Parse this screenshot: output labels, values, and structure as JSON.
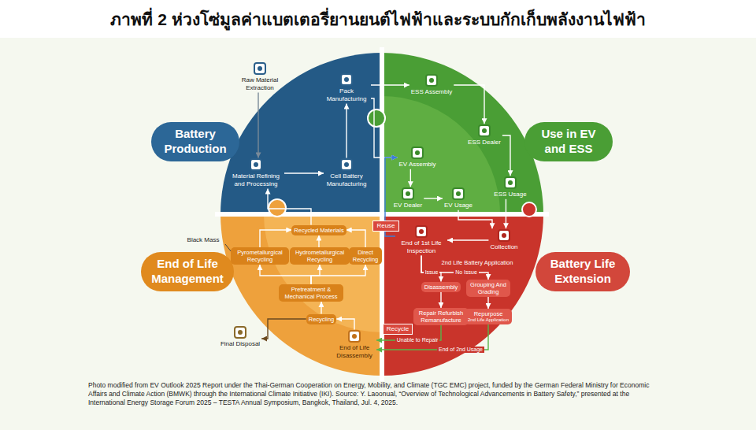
{
  "diagram": {
    "title": "ภาพที่ 2 ห่วงโซ่มูลค่าแบตเตอรี่ยานยนต์ไฟฟ้าและระบบกักเก็บพลังงานไฟฟ้า",
    "caption": "Photo modified from EV Outlook 2025 Report under the Thai-German Cooperation on Energy, Mobility, and Climate (TGC EMC) project, funded by the German Federal Ministry for Economic Affairs and Climate Action (BMWK) through the International Climate Initiative (IKI). Source: Y. Laoonual, “Overview of Technological Advancements in Battery Safety,” presented at the International Energy Storage Forum 2025 – TESTA Annual Symposium, Bangkok, Thailand, Jul. 4, 2025.",
    "nodes": [
      {
        "text": [
          "Raw Material Extraction"
        ]
      },
      {
        "text": [
          "Pack Manufacturing"
        ]
      },
      {
        "text": [
          "Material Refining and Processing"
        ]
      },
      {
        "text": [
          "Cell Battery Manufacturing"
        ]
      },
      {
        "text": [
          "Battery Production"
        ]
      },
      {
        "text": [
          "ESS Assembly"
        ]
      },
      {
        "text": [
          "ESS Dealer"
        ]
      },
      {
        "text": [
          "EV Assembly"
        ]
      },
      {
        "text": [
          "ESS Usage"
        ]
      },
      {
        "text": [
          "EV Dealer"
        ]
      },
      {
        "text": [
          "EV Usage"
        ]
      },
      {
        "text": [
          "Use in EV and ESS"
        ]
      },
      {
        "text": [
          "End of 1st Life Inspection"
        ]
      },
      {
        "text": [
          "Collection"
        ]
      },
      {
        "text": [
          "Disassembly"
        ]
      },
      {
        "text": [
          "Grouping And Grading"
        ]
      },
      {
        "text": [
          "Repair Refurbish Remanufacture"
        ]
      },
      {
        "text": [
          "Repurpose",
          "2nd Life Application"
        ]
      },
      {
        "text": [
          "Battery Life Extension"
        ]
      },
      {
        "text": [
          "End of Life Management"
        ]
      },
      {
        "text": [
          "Recycled Materials"
        ]
      },
      {
        "text": [
          "Pyrometallurgical Recycling"
        ]
      },
      {
        "text": [
          "Hydrometallurgical Recycling"
        ]
      },
      {
        "text": [
          "Direct Recycling"
        ]
      },
      {
        "text": [
          "Pretreatment & Mechanical Process"
        ]
      },
      {
        "text": [
          "Recycling"
        ]
      },
      {
        "text": [
          "End of Life Disassembly"
        ]
      },
      {
        "text": [
          "Final Disposal"
        ]
      }
    ],
    "edges": [
      {
        "from": 0,
        "to": 2,
        "arrow": "to"
      },
      {
        "from": 2,
        "to": 3,
        "arrow": "to"
      },
      {
        "from": 3,
        "to": 1,
        "arrow": "to"
      },
      {
        "from": 1,
        "to": 5,
        "arrow": "to"
      },
      {
        "from": 1,
        "to": 7,
        "arrow": "to"
      },
      {
        "from": 5,
        "to": 6,
        "arrow": "to"
      },
      {
        "from": 6,
        "to": 8,
        "arrow": "to"
      },
      {
        "from": 7,
        "to": 9,
        "arrow": "to"
      },
      {
        "from": 9,
        "to": 10,
        "arrow": "to"
      },
      {
        "from": 8,
        "to": 13,
        "arrow": "to"
      },
      {
        "from": 10,
        "to": 13,
        "arrow": "to"
      },
      {
        "from": 13,
        "to": 12,
        "arrow": "to"
      },
      {
        "from": 12,
        "to": 7,
        "label": "Reuse",
        "arrow": "to"
      },
      {
        "from": 12,
        "to": 14,
        "label": "Issue",
        "arrow": "to"
      },
      {
        "from": 12,
        "to": 15,
        "label": "No Issue",
        "arrow": "to"
      },
      {
        "from": 14,
        "to": 16,
        "arrow": "to"
      },
      {
        "from": 15,
        "to": 17,
        "arrow": "to"
      },
      {
        "from": 16,
        "to": 26,
        "label": "Unable to Repair",
        "arrow": "to"
      },
      {
        "from": 17,
        "to": 26,
        "label": "End of 2nd Usage",
        "arrow": "to"
      },
      {
        "from": 26,
        "to": 25,
        "arrow": "to"
      },
      {
        "from": 25,
        "to": 24,
        "arrow": "to"
      },
      {
        "from": 24,
        "to": 21,
        "arrow": "to"
      },
      {
        "from": 24,
        "to": 22,
        "arrow": "to"
      },
      {
        "from": 24,
        "to": 23,
        "arrow": "to"
      },
      {
        "from": 21,
        "to": 20,
        "arrow": "to"
      },
      {
        "from": 22,
        "to": 20,
        "arrow": "to"
      },
      {
        "from": 23,
        "to": 20,
        "arrow": "to"
      },
      {
        "from": 20,
        "to": 2,
        "arrow": "to"
      },
      {
        "from": 25,
        "to": 27,
        "arrow": "to"
      }
    ],
    "labels": [
      "2nd Life Battery Application",
      "Recycle",
      "Black Mass"
    ]
  }
}
